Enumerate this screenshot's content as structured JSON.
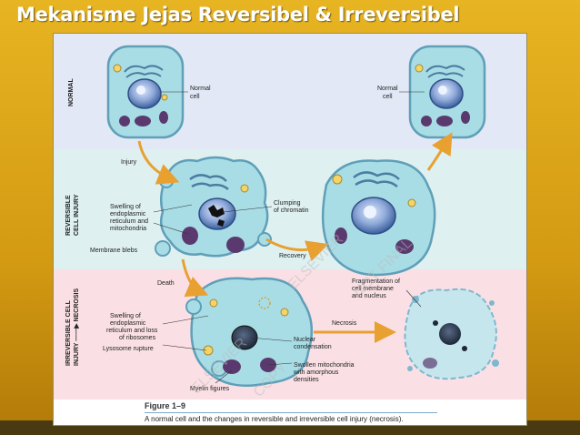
{
  "slide": {
    "title": "Mekanisme Jejas Reversibel & Irreversibel"
  },
  "figure": {
    "number": "Figure 1–9",
    "caption": "A normal cell and the changes in reversible and irreversible cell injury (necrosis).",
    "watermark": "ELSEVIER",
    "watermark2": "NOT FINAL",
    "watermark3": "ELSEVIER",
    "watermark4": "COPY"
  },
  "rows": {
    "normal": {
      "line1": "NORMAL"
    },
    "reversible": {
      "line1": "REVERSIBLE",
      "line2": "CELL INJURY"
    },
    "irreversible": {
      "line1": "IRREVERSIBLE CELL",
      "line2": "INJURY ——▶ NECROSIS"
    }
  },
  "labels": {
    "normal_left_1": "Normal",
    "normal_left_2": "cell",
    "normal_right_1": "Normal",
    "normal_right_2": "cell",
    "injury": "Injury",
    "swelling_er_1": "Swelling of",
    "swelling_er_2": "endoplasmic",
    "swelling_er_3": "reticulum and",
    "swelling_er_4": "mitochondria",
    "membrane_blebs": "Membrane blebs",
    "clumping_1": "Clumping",
    "clumping_2": "of chromatin",
    "recovery": "Recovery",
    "death": "Death",
    "fragmentation_1": "Fragmentation of",
    "fragmentation_2": "cell membrane",
    "fragmentation_3": "and nucleus",
    "swelling_rib_1": "Swelling of",
    "swelling_rib_2": "endoplasmic",
    "swelling_rib_3": "reticulum and loss",
    "swelling_rib_4": "of ribosomes",
    "lysosome": "Lysosome rupture",
    "necrosis": "Necrosis",
    "nuclear_1": "Nuclear",
    "nuclear_2": "condensation",
    "swollen_mito_1": "Swollen mitochondria",
    "swollen_mito_2": "with amorphous",
    "swollen_mito_3": "densities",
    "myelin": "Myelin figures"
  },
  "colors": {
    "cytoplasm": "#a9dde6",
    "cell_edge": "#6aa9c0",
    "nucleus": "#3a5f9e",
    "mitochondria": "#5a3a6e",
    "arrow": "#e8a030",
    "normal_band": "#e3e8f6",
    "reversible_band": "#dff0f0",
    "irreversible_band": "#fae0e5"
  }
}
